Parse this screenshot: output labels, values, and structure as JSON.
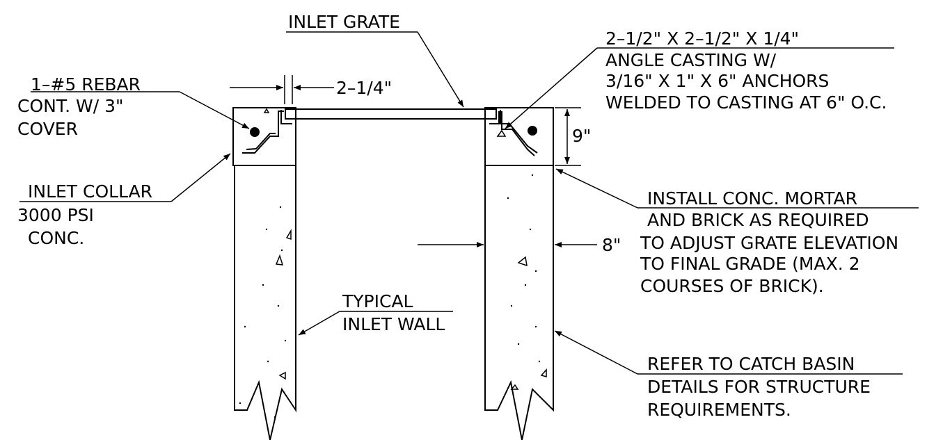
{
  "labels": {
    "inlet_grate": "INLET GRATE",
    "rebar": [
      "1–#5 REBAR",
      "CONT. W/ 3\"",
      "COVER"
    ],
    "dim_gap": "2–1/4\"",
    "angle": [
      "2–1/2\" X 2–1/2\" X 1/4\"",
      "ANGLE CASTING W/",
      "3/16\" X 1\" X 6\" ANCHORS",
      "WELDED TO CASTING AT 6\" O.C."
    ],
    "dim_height": "9\"",
    "collar": [
      "INLET COLLAR",
      "3000 PSI",
      "CONC."
    ],
    "mortar": [
      "INSTALL CONC. MORTAR",
      "AND BRICK AS REQUIRED",
      "TO ADJUST GRATE ELEVATION",
      "TO FINAL GRADE (MAX. 2",
      "COURSES OF BRICK)."
    ],
    "dim_wall": "8\"",
    "wall": [
      "TYPICAL",
      "INLET WALL"
    ],
    "refer": [
      "REFER TO CATCH BASIN",
      "DETAILS FOR STRUCTURE",
      "REQUIREMENTS."
    ]
  }
}
